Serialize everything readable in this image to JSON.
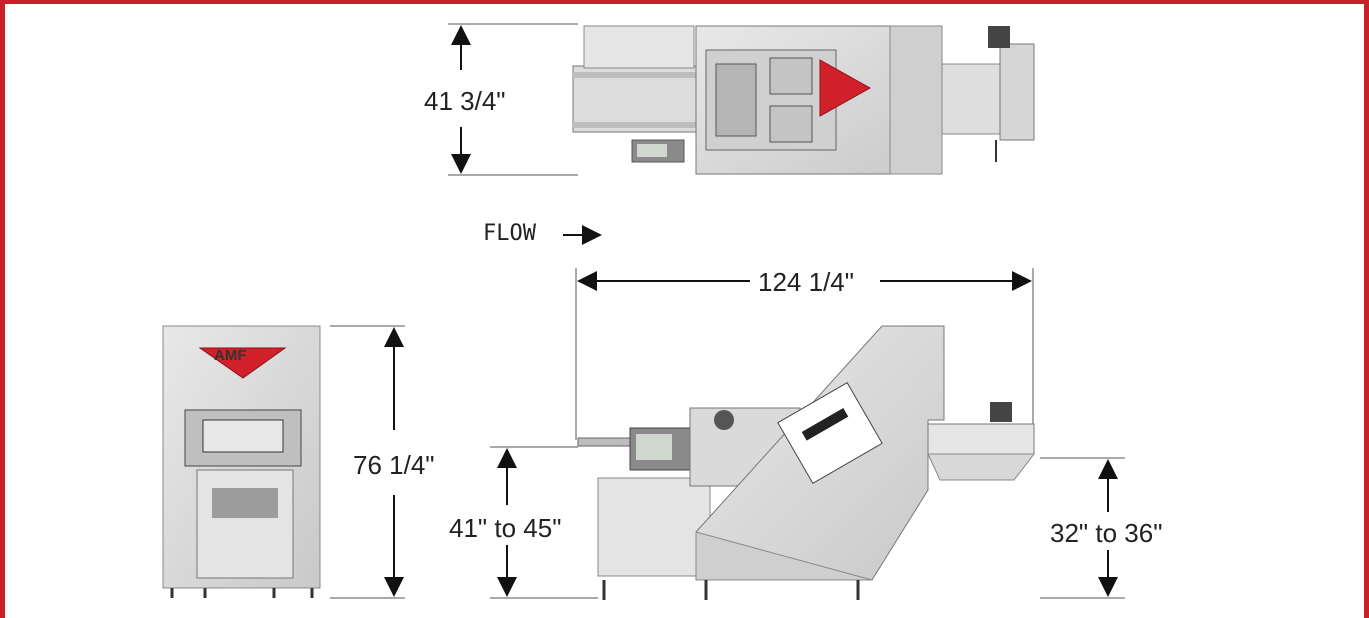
{
  "dimensions": {
    "top_width": "41 3/4\"",
    "overall_length": "124 1/4\"",
    "front_height": "76 1/4\"",
    "infeed_height": "41\" to 45\"",
    "discharge_height": "32\" to 36\""
  },
  "flow_label": "FLOW",
  "logo_text": "AMF",
  "colors": {
    "frame": "#c8202a",
    "steel": "#d9d9d9",
    "steel_dark": "#a9a9a9",
    "logo_red": "#d0202a"
  }
}
